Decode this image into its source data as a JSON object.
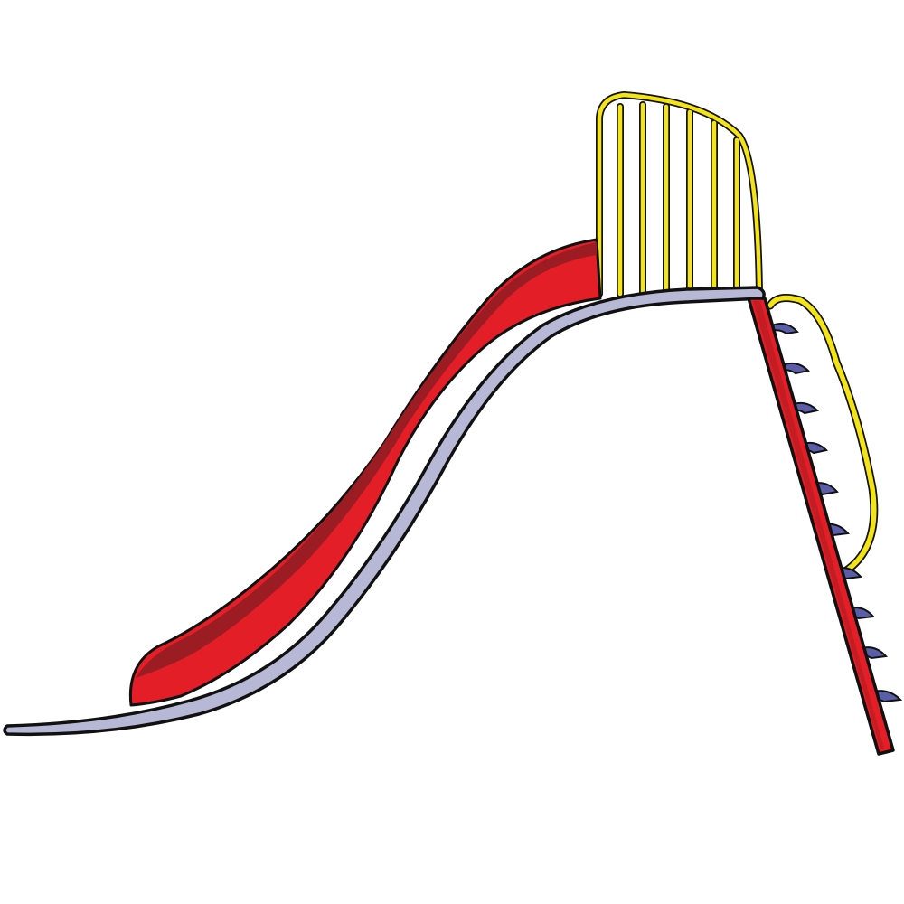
{
  "illustration": {
    "subject": "playground-slide",
    "background_color": "#ffffff",
    "colors": {
      "slide_red": "#e31e26",
      "slide_dark_red": "#9b1c22",
      "rail_gray": "#b7b8d6",
      "handrail_yellow": "#f4e414",
      "step_blue": "#5a5ea8",
      "outline_black": "#111111"
    },
    "parts": [
      {
        "name": "slide-chute",
        "color_key": "slide_red"
      },
      {
        "name": "slide-base-rail",
        "color_key": "rail_gray"
      },
      {
        "name": "top-guard-rail",
        "color_key": "handrail_yellow"
      },
      {
        "name": "ladder-handrail",
        "color_key": "handrail_yellow"
      },
      {
        "name": "ladder-frame",
        "color_key": "slide_red"
      },
      {
        "name": "ladder-steps",
        "color_key": "step_blue",
        "count": 10
      }
    ]
  }
}
